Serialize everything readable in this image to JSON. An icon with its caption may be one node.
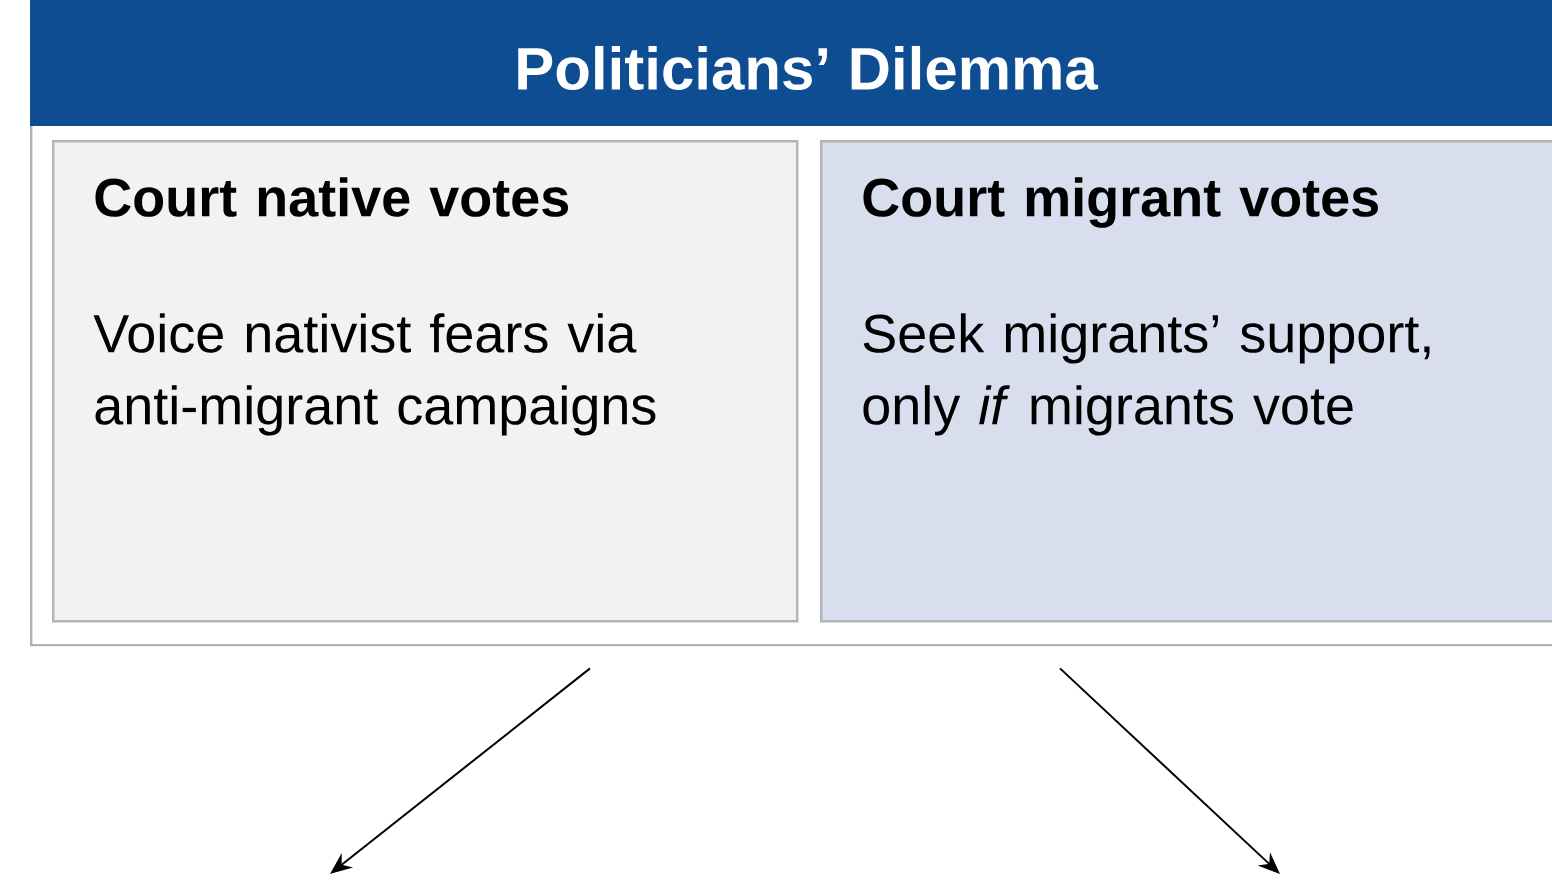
{
  "diagram": {
    "nodes": [
      {
        "text": [
          "Politicians’ Dilemma"
        ]
      },
      {
        "text": [
          "Court native votes",
          "Voice nativist fears via anti-migrant campaigns"
        ],
        "in": 0
      },
      {
        "text": [
          "Court migrant votes",
          "Seek migrants’ support, only *if* migrants vote"
        ],
        "in": 0
      }
    ],
    "edges": [
      {
        "from": 1,
        "to": null,
        "arrow": "to"
      },
      {
        "from": 2,
        "to": null,
        "arrow": "to"
      }
    ]
  }
}
